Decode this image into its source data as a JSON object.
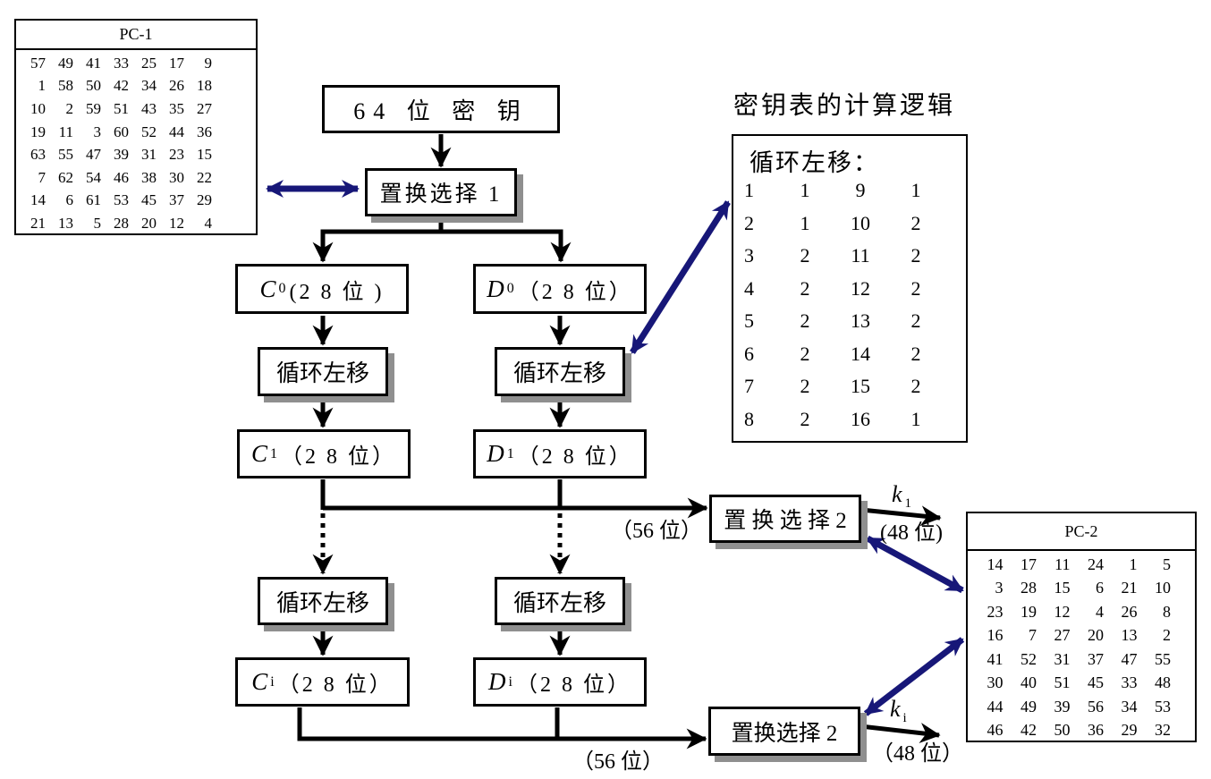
{
  "header": {
    "title": "密钥表的计算逻辑"
  },
  "colors": {
    "arrow_navy": "#171778",
    "highlight_red": "#ee1111",
    "shadow_gray": "#8f8f8f"
  },
  "flow": {
    "key_label": "64 位 密 钥",
    "ps1_label": "置换选择 1",
    "shift_label": "循环左移",
    "c0": {
      "letter": "C",
      "sub": "0",
      "rest": "(2 8 位 )"
    },
    "d0": {
      "letter": "D",
      "sub": "0",
      "rest": "（2 8 位）"
    },
    "c1": {
      "letter": "C",
      "sub": "1",
      "rest": "（2 8 位）"
    },
    "d1": {
      "letter": "D",
      "sub": "1",
      "rest": "（2 8 位）"
    },
    "ci": {
      "letter": "C",
      "sub": "i",
      "rest": "（2 8 位）"
    },
    "di": {
      "letter": "D",
      "sub": "i",
      "rest": "（2 8 位）"
    },
    "ps2a_label": "置 换 选 择 2",
    "ps2b_label": "置换选择 2",
    "bits56_a": "（56 位）",
    "bits56_b": "（56 位）",
    "k1": {
      "letter": "k",
      "sub": "1"
    },
    "ki": {
      "letter": "k",
      "sub": "i"
    },
    "bits48_a": "(48 位)",
    "bits48_b": "（48 位）"
  },
  "pc1": {
    "title": "PC-1",
    "rows": [
      [
        57,
        49,
        41,
        33,
        25,
        17,
        9
      ],
      [
        1,
        58,
        50,
        42,
        34,
        26,
        18
      ],
      [
        10,
        2,
        59,
        51,
        43,
        35,
        27
      ],
      [
        19,
        11,
        3,
        60,
        52,
        44,
        36
      ],
      [
        63,
        55,
        47,
        39,
        31,
        23,
        15
      ],
      [
        7,
        62,
        54,
        46,
        38,
        30,
        22
      ],
      [
        14,
        6,
        61,
        53,
        45,
        37,
        29
      ],
      [
        21,
        13,
        5,
        28,
        20,
        12,
        4
      ]
    ]
  },
  "pc2": {
    "title": "PC-2",
    "rows": [
      [
        14,
        17,
        11,
        24,
        1,
        5
      ],
      [
        3,
        28,
        15,
        6,
        21,
        10
      ],
      [
        23,
        19,
        12,
        4,
        26,
        8
      ],
      [
        16,
        7,
        27,
        20,
        13,
        2
      ],
      [
        41,
        52,
        31,
        37,
        47,
        55
      ],
      [
        30,
        40,
        51,
        45,
        33,
        48
      ],
      [
        44,
        49,
        39,
        56,
        34,
        53
      ],
      [
        46,
        42,
        50,
        36,
        29,
        32
      ]
    ]
  },
  "shift_table": {
    "header": "循环左移：",
    "rows": [
      [
        1,
        1,
        9,
        1
      ],
      [
        2,
        1,
        10,
        2
      ],
      [
        3,
        2,
        11,
        2
      ],
      [
        4,
        2,
        12,
        2
      ],
      [
        5,
        2,
        13,
        2
      ],
      [
        6,
        2,
        14,
        2
      ],
      [
        7,
        2,
        15,
        2
      ],
      [
        8,
        2,
        16,
        1
      ]
    ]
  }
}
